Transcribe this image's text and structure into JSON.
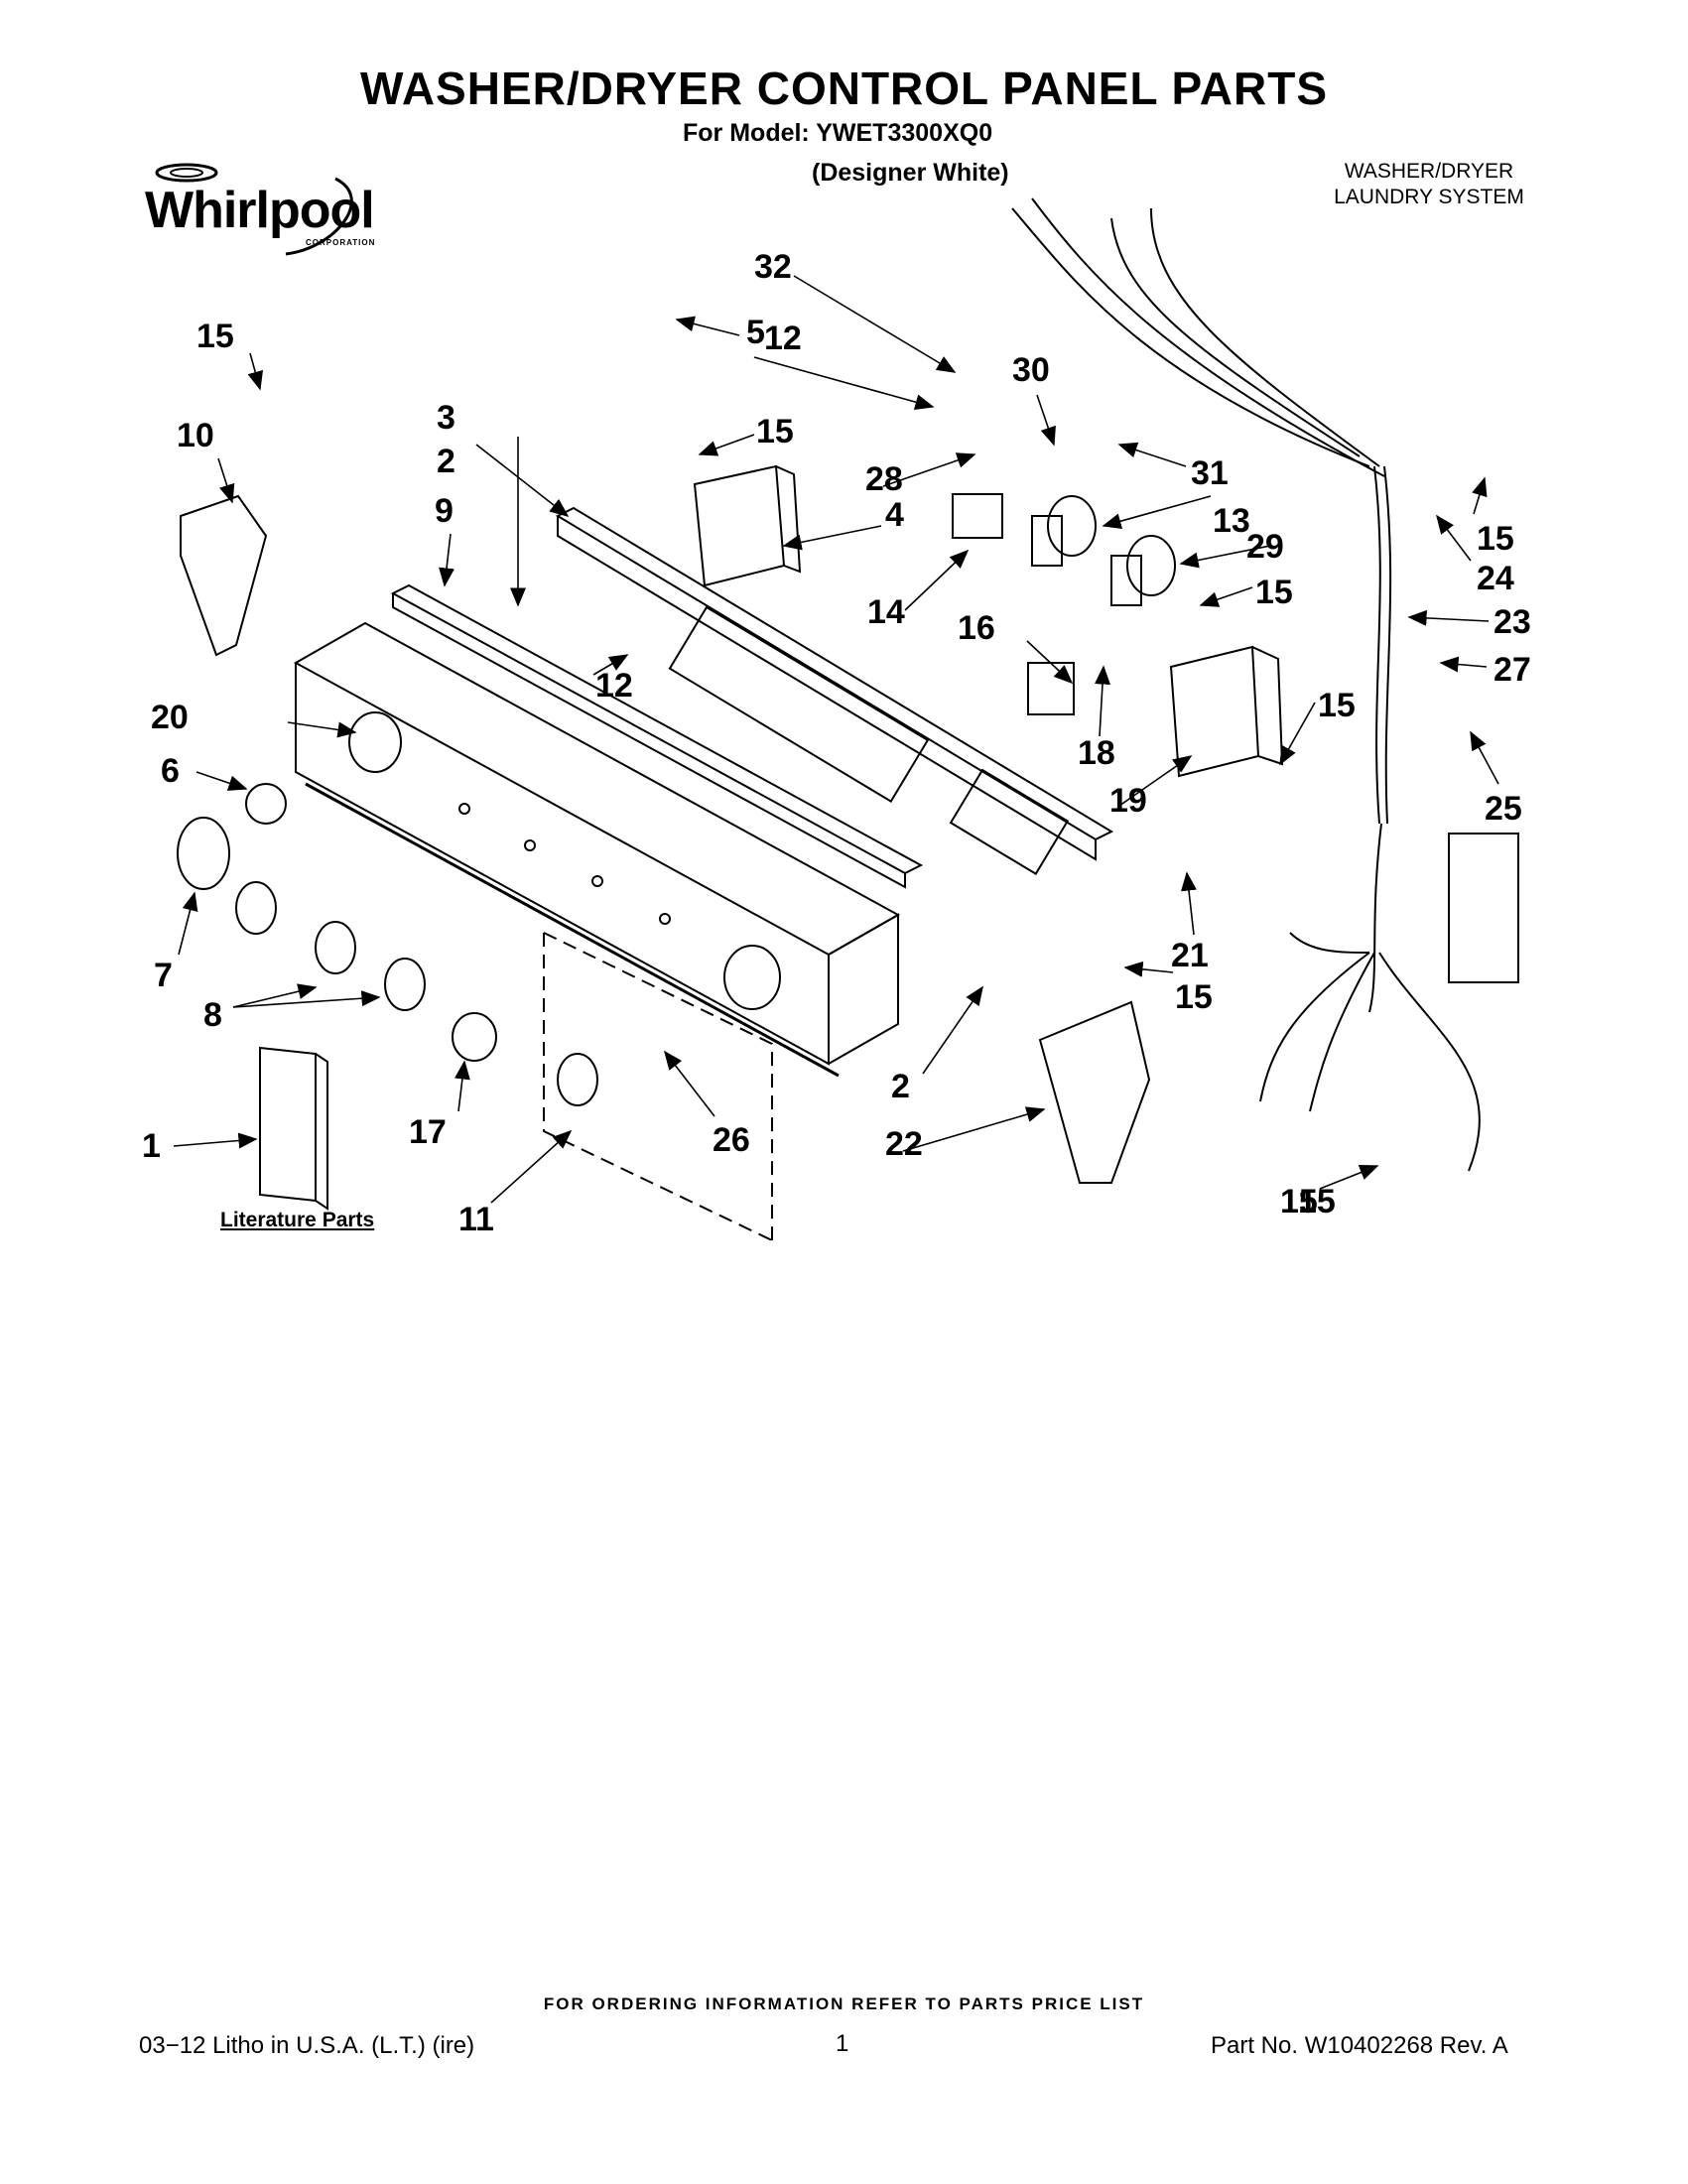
{
  "header": {
    "title": "WASHER/DRYER CONTROL PANEL PARTS",
    "model": "For Model: YWET3300XQ0",
    "color": "(Designer White)",
    "system_line1": "WASHER/DRYER",
    "system_line2": "LAUNDRY SYSTEM"
  },
  "logo": {
    "brand": "Whirlpool",
    "sub": "CORPORATION"
  },
  "diagram": {
    "literature_label": "Literature Parts",
    "callouts": [
      "1",
      "2",
      "2",
      "3",
      "4",
      "5",
      "6",
      "7",
      "8",
      "9",
      "10",
      "11",
      "12",
      "12",
      "13",
      "14",
      "15",
      "15",
      "15",
      "15",
      "15",
      "15",
      "15",
      "15",
      "16",
      "17",
      "18",
      "19",
      "20",
      "21",
      "22",
      "23",
      "24",
      "25",
      "26",
      "27",
      "28",
      "29",
      "30",
      "31",
      "32"
    ]
  },
  "footer": {
    "ordering": "FOR ORDERING INFORMATION REFER TO PARTS PRICE LIST",
    "litho": "03−12  Litho in U.S.A. (L.T.) (ire)",
    "page": "1",
    "part_no": "Part No. W10402268 Rev. A"
  }
}
